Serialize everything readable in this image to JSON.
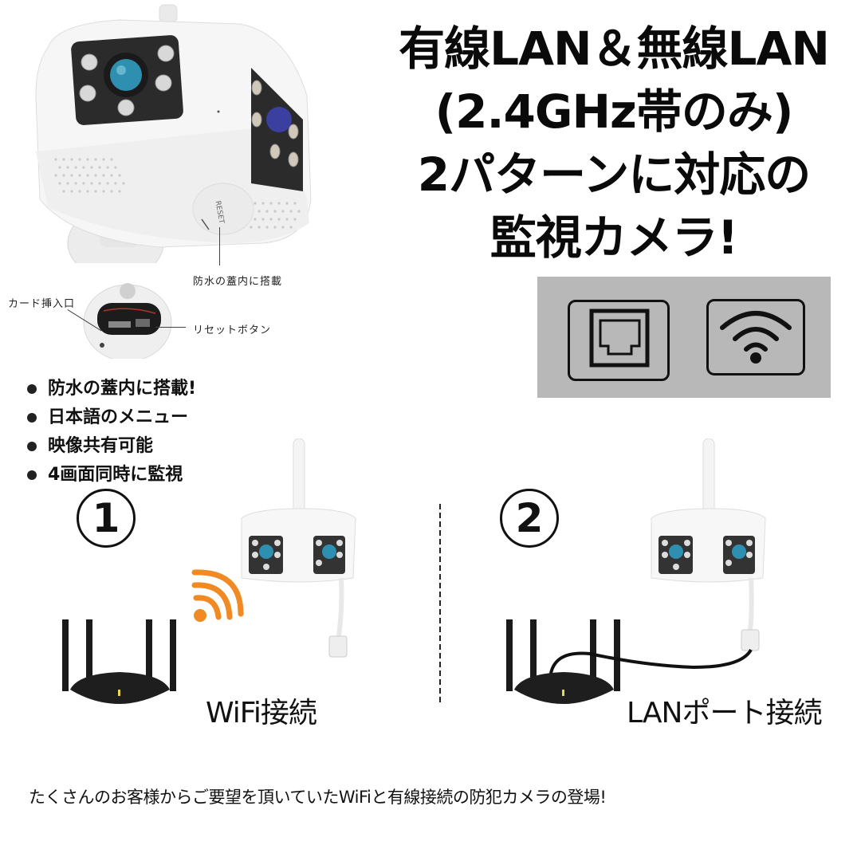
{
  "headline": {
    "lines": [
      "有線LAN＆無線LAN",
      "(2.4GHz帯のみ)",
      "2パターンに対応の",
      "監視カメラ!"
    ]
  },
  "product_image": {
    "reset_label": "RESET",
    "callouts": {
      "cover": "防水の蓋内に搭載",
      "card_slot": "カード挿入口",
      "reset_button": "リセットボタン"
    }
  },
  "features": [
    "防水の蓋内に搭載!",
    "日本語のメニュー",
    "映像共有可能",
    "4画面同時に監視"
  ],
  "connection_icons": [
    {
      "icon": "ethernet-port-icon"
    },
    {
      "icon": "wifi-icon"
    }
  ],
  "patterns": [
    {
      "number": "1",
      "label": "WiFi接続",
      "icon": "orange-wifi-signal-icon"
    },
    {
      "number": "2",
      "label": "LANポート接続",
      "icon": "ethernet-cable"
    }
  ],
  "footer": {
    "text": "たくさんのお客様からご要望を頂いていたWiFiと有線接続の防犯カメラの登場!"
  },
  "colors": {
    "panel_gray": "#b9b8b8",
    "wifi_orange": "#f08a24",
    "lens_blue": "#2f8fb0",
    "text_black": "#0a0a0a"
  }
}
